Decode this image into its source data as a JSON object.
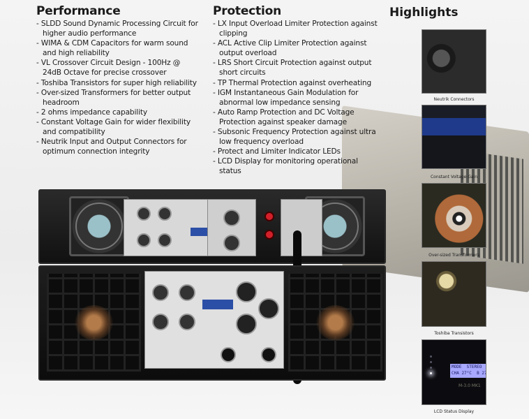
{
  "performance": {
    "title": "Performance",
    "items": [
      "- SLDD Sound Dynamic Processing Circuit for higher audio performance",
      "- WIMA & CDM Capacitors for warm sound and high reliability",
      "- VL Crossover Circuit Design - 100Hz @ 24dB Octave for precise crossover",
      "- Toshiba Transistors for super high reliability",
      "- Over-sized Transformers for better output headroom",
      "- 2 ohms impedance capability",
      "- Constant Voltage Gain for wider flexibility and compatibility",
      "- Neutrik Input and Output Connectors for optimum connection integrity"
    ]
  },
  "protection": {
    "title": "Protection",
    "items": [
      "- LX Input Overload Limiter Protection against clipping",
      "- ACL Active Clip Limiter Protection against output overload",
      "- LRS Short Circuit Protection against output short circuits",
      "- TP Thermal Protection against overheating",
      "- IGM Instantaneous Gain Modulation for abnormal low impedance sensing",
      "- Auto Ramp Protection and DC Voltage Protection against speaker damage",
      "- Subsonic Frequency Protection against ultra low frequency overload",
      "- Protect and Limiter Indicator LEDs",
      "- LCD Display for monitoring operational status"
    ]
  },
  "highlights": {
    "title": "Highlights",
    "captions": [
      "Neutrik Connectors",
      "Constant Voltage Gain",
      "Over-sized Transformers",
      "Toshiba Transistors",
      "LCD Status Display"
    ],
    "lcd_text": "MODE  STEREO\nCHA 27°C  B 27",
    "model": "M-3.0 MK1"
  }
}
